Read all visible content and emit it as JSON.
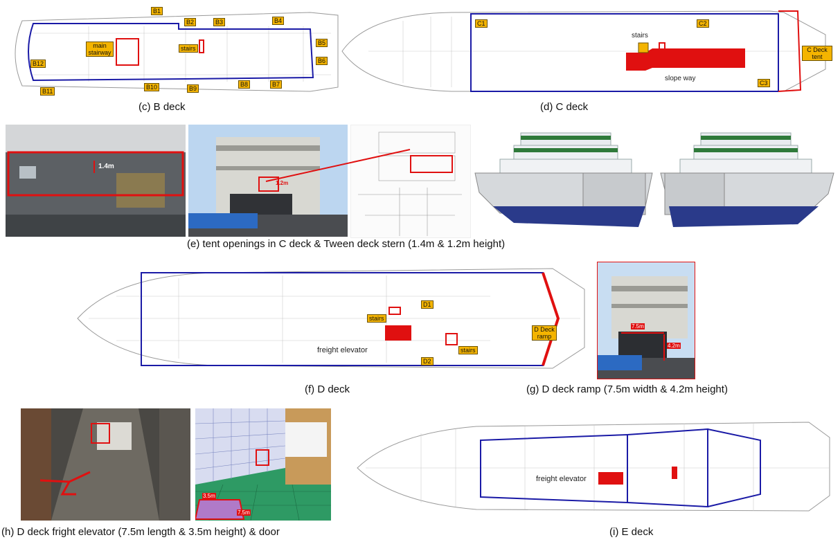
{
  "captions": {
    "c": "(c) B deck",
    "d": "(d) C deck",
    "e": "(e) tent openings in C deck & Tween deck stern (1.4m & 1.2m height)",
    "f": "(f) D deck",
    "g": "(g) D deck ramp (7.5m width & 4.2m height)",
    "h": "(h) D deck fright elevator (7.5m length & 3.5m height) & door",
    "i": "(i) E deck"
  },
  "b_deck": {
    "tags": [
      "B1",
      "B2",
      "B3",
      "B4",
      "B5",
      "B6",
      "B7",
      "B8",
      "B9",
      "B10",
      "B11",
      "B12"
    ],
    "main_stairway": "main stairway",
    "stairs": "stairs"
  },
  "c_deck": {
    "tags": [
      "C1",
      "C2",
      "C3"
    ],
    "tent": "C Deck tent",
    "stairs": "stairs",
    "slope_way": "slope way"
  },
  "e_photos": {
    "h1": "1.4m",
    "h2": "1.2m"
  },
  "d_deck": {
    "tags": [
      "D1",
      "D2"
    ],
    "stairs": "stairs",
    "freight_elevator": "freight elevator",
    "ramp": "D Deck ramp"
  },
  "g_photo": {
    "width": "7.5m",
    "height": "4.2m"
  },
  "h_photos": {
    "h": "3.5m",
    "l": "7.5m"
  },
  "e_deck": {
    "freight_elevator": "freight elevator"
  },
  "colors": {
    "outline": "#1a1aa6",
    "highlight": "#e01010",
    "tag": "#f4b400"
  }
}
